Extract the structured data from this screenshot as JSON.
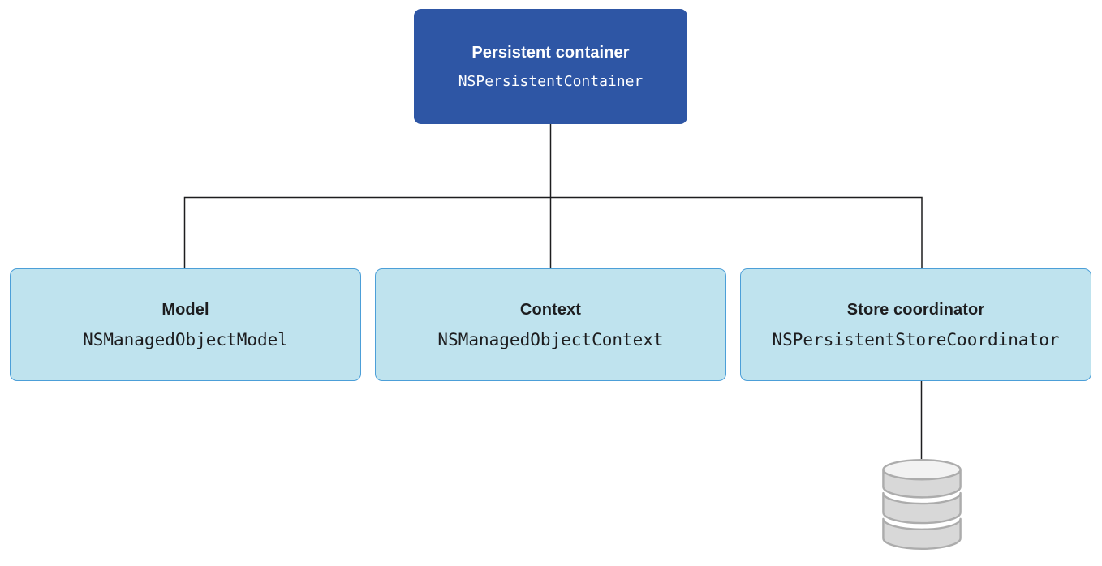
{
  "nodes": {
    "container": {
      "title": "Persistent container",
      "code": "NSPersistentContainer"
    },
    "model": {
      "title": "Model",
      "code": "NSManagedObjectModel"
    },
    "context": {
      "title": "Context",
      "code": "NSManagedObjectContext"
    },
    "coordinator": {
      "title": "Store coordinator",
      "code": "NSPersistentStoreCoordinator"
    }
  },
  "icons": {
    "database": "database-icon"
  },
  "colors": {
    "background": "#FFFFFF",
    "node-primary": "#2E56A5",
    "node-secondary-fill": "#BFE3EE",
    "node-secondary-border": "#4C9FD8",
    "text-light": "#FFFFFF",
    "text-dark": "#1D1D1F",
    "connector": "#1D1D1F",
    "db-fill": "#D8D8D8",
    "db-stroke": "#ACACAC",
    "db-top": "#F2F2F2"
  }
}
